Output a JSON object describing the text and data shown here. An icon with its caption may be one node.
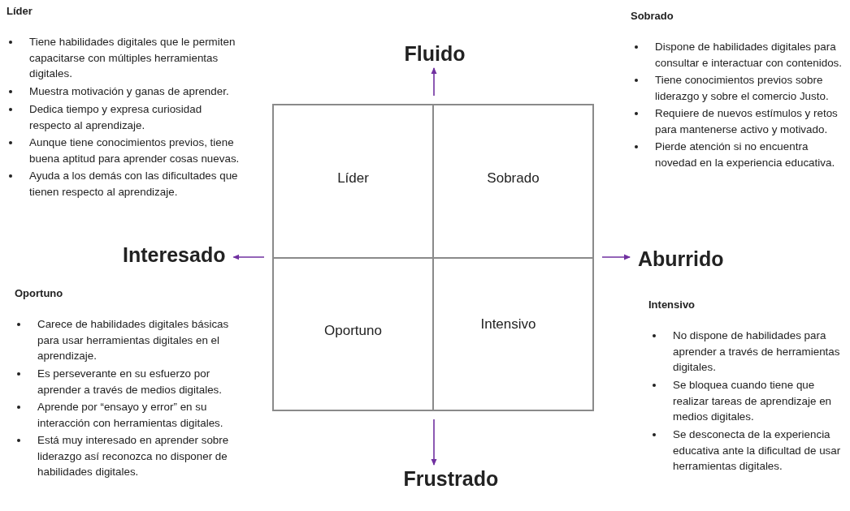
{
  "diagram": {
    "nodes": [
      {
        "text": [
          "Líder"
        ]
      },
      {
        "text": [
          "Sobrado"
        ]
      },
      {
        "text": [
          "Oportuno"
        ]
      },
      {
        "text": [
          "Intensivo"
        ]
      },
      {
        "text": [
          "Fluido"
        ]
      },
      {
        "text": [
          "Interesado"
        ]
      },
      {
        "text": [
          "Aburrido"
        ]
      },
      {
        "text": [
          "Frustrado"
        ]
      }
    ],
    "edges": [
      {
        "from": 0,
        "to": 4,
        "arrow": "to"
      },
      {
        "from": 2,
        "to": 5,
        "arrow": "to"
      },
      {
        "from": 3,
        "to": 6,
        "arrow": "to"
      },
      {
        "from": 3,
        "to": 7,
        "arrow": "to"
      }
    ],
    "labels": [
      "Líder",
      "Tiene habilidades digitales que le permiten capacitarse con múltiples herramientas digitales.",
      "Muestra motivación y ganas de aprender.",
      "Dedica tiempo y expresa curiosidad respecto al aprendizaje.",
      "Aunque tiene conocimientos previos, tiene buena aptitud para aprender cosas nuevas.",
      "Ayuda a los demás con las dificultades que tienen respecto al aprendizaje.",
      "Sobrado",
      "Dispone de habilidades digitales para consultar e interactuar con contenidos.",
      "Tiene conocimientos previos sobre liderazgo y sobre el comercio Justo.",
      "Requiere de nuevos estímulos y retos para mantenerse activo y motivado.",
      "Pierde atención si no encuentra novedad en la experiencia educativa.",
      "Oportuno",
      "Carece de habilidades digitales básicas para usar herramientas digitales en el aprendizaje.",
      "Es perseverante en su esfuerzo por aprender a través de medios digitales.",
      "Aprende por “ensayo y error” en su interacción con herramientas digitales.",
      "Está muy interesado en aprender sobre liderazgo así reconozca no disponer de habilidades digitales.",
      "Intensivo",
      "No dispone de habilidades para aprender a través de herramientas digitales.",
      "Se bloquea cuando tiene que realizar tareas de aprendizaje en medios digitales.",
      "Se desconecta de la experiencia educativa ante la dificultad de usar herramientas digitales."
    ]
  }
}
